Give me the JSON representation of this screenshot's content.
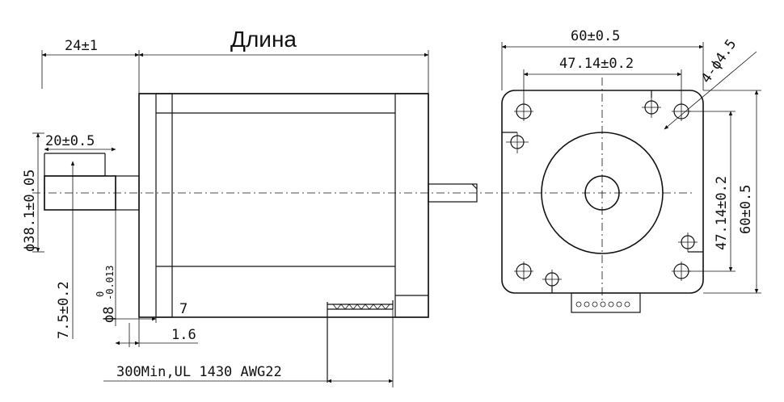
{
  "labels": {
    "title": "Длина",
    "flange_thickness": "24±1",
    "shaft_length": "20±0.5",
    "boss_diameter": "ϕ38.1±0.05",
    "flat_depth": "7.5±0.2",
    "shaft_diameter": "ϕ8",
    "shaft_tol_upper": "0",
    "shaft_tol_lower": "-0.013",
    "step_7": "7",
    "step_1_6": "1.6",
    "cable": "300Min,UL 1430 AWG22",
    "width_outer": "60±0.5",
    "hole_pitch": "47.14±0.2",
    "hole_dia": "4-ϕ4.5",
    "height_pitch": "47.14±0.2",
    "height_outer": "60±0.5"
  }
}
